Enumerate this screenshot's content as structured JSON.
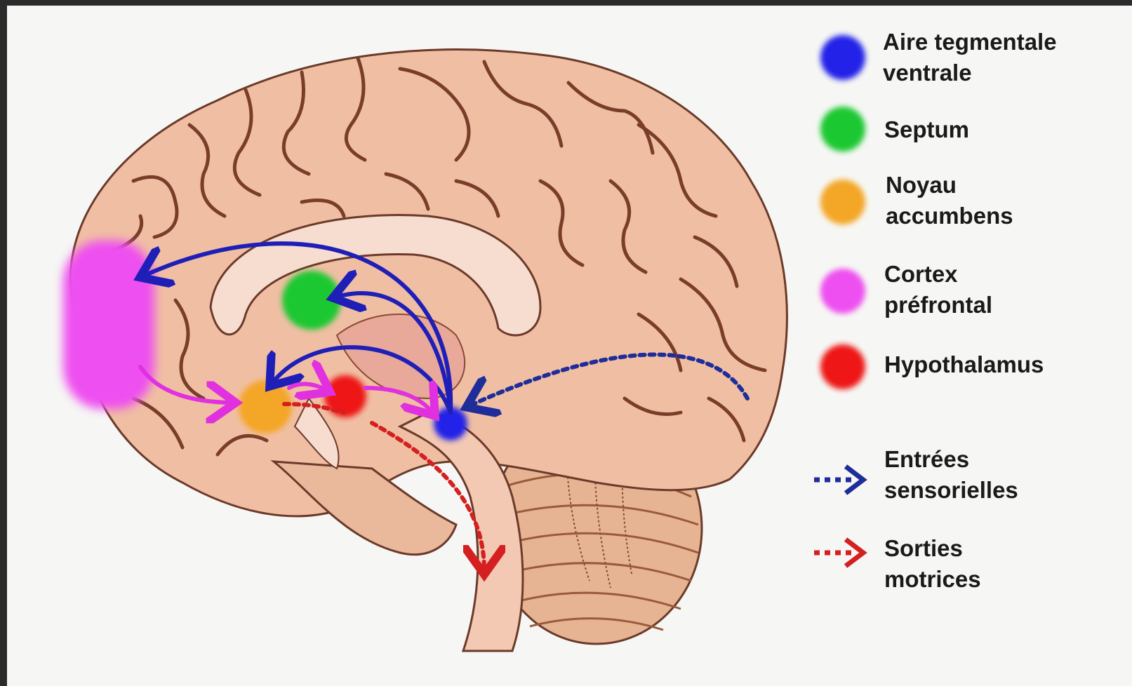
{
  "legend": {
    "regions": [
      {
        "id": "vta",
        "label": "Aire tegmentale\nventrale",
        "color": "#2323e8"
      },
      {
        "id": "septum",
        "label": "Septum",
        "color": "#1ec832"
      },
      {
        "id": "nacc",
        "label": "Noyau\naccumbens",
        "color": "#f4a628"
      },
      {
        "id": "pfc",
        "label": "Cortex\npréfrontal",
        "color": "#ee4ff0"
      },
      {
        "id": "hypo",
        "label": "Hypothalamus",
        "color": "#ee1414"
      }
    ],
    "pathways": [
      {
        "id": "sensory",
        "label": "Entrées\nsensorielles",
        "color": "#1e2d9a",
        "style": "dotted"
      },
      {
        "id": "motor",
        "label": "Sorties\nmotrices",
        "color": "#d42020",
        "style": "dotted"
      }
    ]
  },
  "colors": {
    "brain_fill": "#f0bfa3",
    "brain_outline": "#6b3a2a",
    "sulcus": "#7a3d2a",
    "deep_structure": "#f6ddd0",
    "cerebellum": "#e6b493",
    "cerebellum_line": "#9a5a3c",
    "vta_arrow": "#1f1fb8",
    "pfc_arrow": "#e030e0",
    "motor_arrow": "#d42020",
    "sensory_arrow": "#1e2d9a"
  }
}
